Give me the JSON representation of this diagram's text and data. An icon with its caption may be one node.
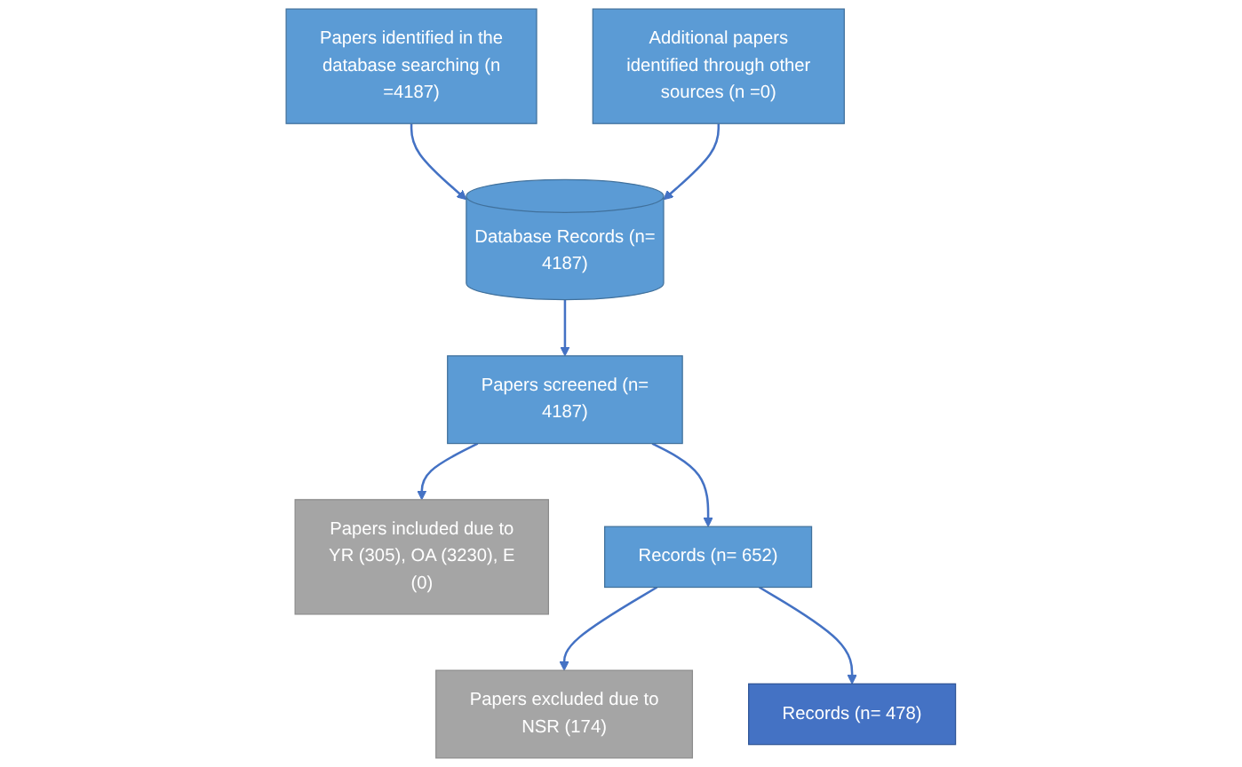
{
  "diagram": {
    "nodes": [
      {
        "text": [
          "Papers identified in the database searching (n =4187)"
        ]
      },
      {
        "text": [
          "Additional papers identified through other sources (n =0)"
        ]
      },
      {
        "text": [
          "Database Records (n= 4187)"
        ]
      },
      {
        "text": [
          "Papers screened (n= 4187)"
        ]
      },
      {
        "text": [
          "Papers included due to YR (305), OA (3230), E (0)"
        ]
      },
      {
        "text": [
          "Records (n= 652)"
        ]
      },
      {
        "text": [
          "Papers excluded due to NSR (174)"
        ]
      },
      {
        "text": [
          "Records (n= 478)"
        ]
      }
    ],
    "edges": [
      {
        "from": 0,
        "to": 2,
        "arrow": "to"
      },
      {
        "from": 1,
        "to": 2,
        "arrow": "to"
      },
      {
        "from": 2,
        "to": 3,
        "arrow": "to"
      },
      {
        "from": 3,
        "to": 4,
        "arrow": "to"
      },
      {
        "from": 3,
        "to": 5,
        "arrow": "to"
      },
      {
        "from": 5,
        "to": 6,
        "arrow": "to"
      },
      {
        "from": 5,
        "to": 7,
        "arrow": "to"
      }
    ]
  }
}
